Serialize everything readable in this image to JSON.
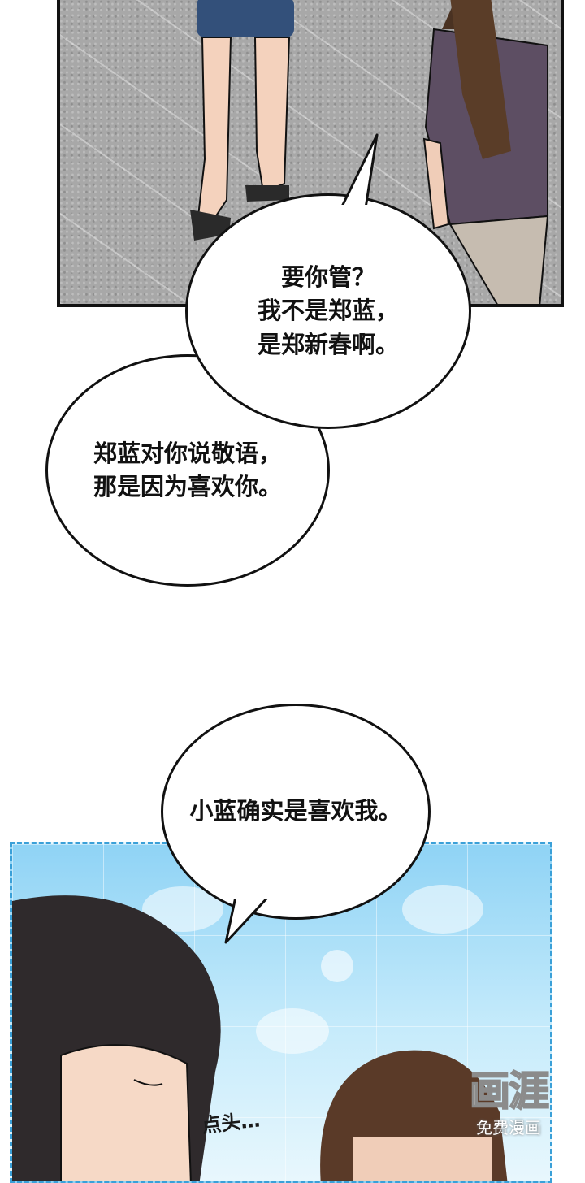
{
  "panels": {
    "top": {
      "scene": "street"
    },
    "bottom": {
      "scene": "blue-grid"
    }
  },
  "bubbles": {
    "b1": "要你管？\n我不是郑蓝，\n是郑新春啊。",
    "b2": "郑蓝对你说敬语，\n那是因为喜欢你。",
    "b3": "小蓝确实是喜欢我。"
  },
  "sfx": {
    "nod": "点头…"
  },
  "watermark": {
    "logo": "画涯",
    "subtitle": "免费漫画"
  },
  "colors": {
    "grid_border": "#3aa0d8",
    "sky_top": "#8fd3f5",
    "ink": "#111111"
  }
}
